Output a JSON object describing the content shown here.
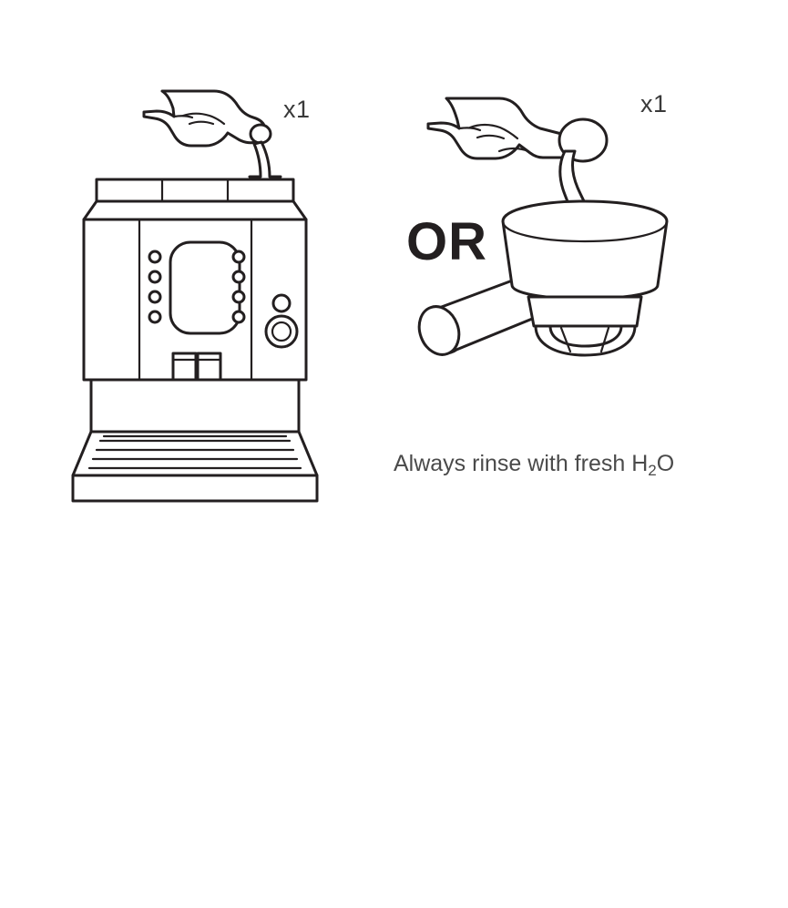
{
  "document": {
    "type": "instruction-diagram",
    "title": "Cleaning tablet insertion instruction",
    "background_color": "#ffffff",
    "line_color": "#231f20"
  },
  "steps": {
    "left": {
      "name": "insert-tablet-into-machine",
      "count_label": "x1",
      "icon_names": [
        "hand-holding-tablet-icon",
        "down-arrow-icon",
        "espresso-machine-icon"
      ],
      "machine": {
        "name": "espresso-machine",
        "display_panel": "rounded-display",
        "buttons_left_count": 4,
        "buttons_right_count": 4,
        "indicator_light": "small-circle",
        "control_knob": "round-knob",
        "spouts_count": 2,
        "drip_tray_grille_lines": 5,
        "lid_segments": 3
      }
    },
    "separator": {
      "name": "or-separator",
      "label": "OR"
    },
    "right": {
      "name": "insert-tablet-into-portafilter",
      "count_label": "x1",
      "icon_names": [
        "hand-holding-tablet-icon",
        "curved-down-arrow-icon",
        "portafilter-icon"
      ],
      "portafilter": {
        "name": "portafilter",
        "basket": "filter-basket",
        "handle": "cylindrical-handle",
        "spout": "double-spout"
      }
    }
  },
  "notes": {
    "rinse": {
      "prefix": "Always rinse with fresh H",
      "subscript": "2",
      "suffix": "O",
      "full_text": "Always rinse with fresh H2O"
    }
  },
  "colors": {
    "ink": "#231f20",
    "text_gray": "#4a4a4a",
    "background": "#ffffff"
  }
}
